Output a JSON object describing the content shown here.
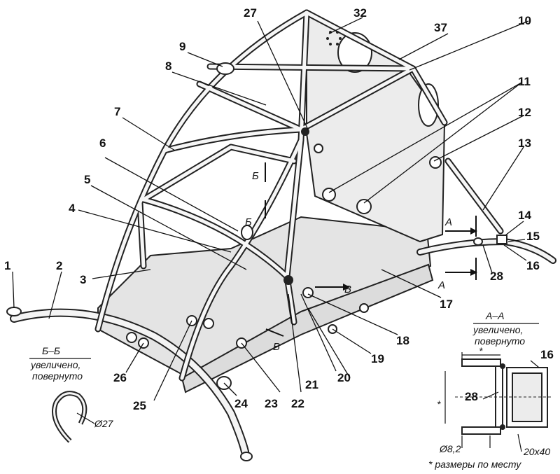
{
  "callouts": {
    "n1": "1",
    "n2": "2",
    "n3": "3",
    "n4": "4",
    "n5": "5",
    "n6": "6",
    "n7": "7",
    "n8": "8",
    "n9": "9",
    "n10": "10",
    "n11": "11",
    "n12": "12",
    "n13": "13",
    "n14": "14",
    "n15": "15",
    "n16": "16",
    "n17": "17",
    "n18": "18",
    "n19": "19",
    "n20": "20",
    "n21": "21",
    "n22": "22",
    "n23": "23",
    "n24": "24",
    "n25": "25",
    "n26": "26",
    "n27": "27",
    "n28": "28",
    "n32": "32",
    "n37": "37"
  },
  "section_marks": {
    "b": "Б",
    "a": "А",
    "v": "В"
  },
  "detail_bb": {
    "title": "Б–Б",
    "line1": "увеличено,",
    "line2": "повернуто",
    "diameter": "Ø27"
  },
  "detail_aa": {
    "title": "А–А",
    "line1": "увеличено,",
    "line2": "повернуто",
    "part_28": "28",
    "part_16": "16",
    "star": "*",
    "hole": "Ø8,2",
    "profile": "20x40",
    "note": "* размеры по месту"
  }
}
